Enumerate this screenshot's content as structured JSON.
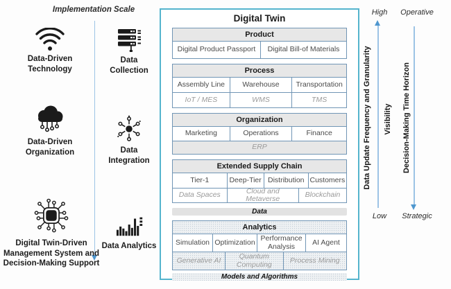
{
  "left_panel": {
    "title": "Implementation Scale",
    "items": [
      {
        "icon": "wifi-icon",
        "label": "Data-Driven Technology"
      },
      {
        "icon": "server-stack-icon",
        "label": "Data Collection"
      },
      {
        "icon": "cloud-network-icon",
        "label": "Data-Driven Organization"
      },
      {
        "icon": "hub-network-icon",
        "label": "Data Integration"
      },
      {
        "icon": "chip-icon",
        "label": "Digital Twin-Driven Management System and Decision-Making Support"
      },
      {
        "icon": "bar-chart-icon",
        "label": "Data Analytics"
      }
    ]
  },
  "digital_twin": {
    "title": "Digital Twin",
    "sections": [
      {
        "header": "Product",
        "rows": [
          {
            "cells": [
              "Digital Product Passport",
              "Digital Bill-of Materials"
            ]
          }
        ]
      },
      {
        "header": "Process",
        "rows": [
          {
            "cells": [
              "Assembly Line",
              "Warehouse",
              "Transportation"
            ]
          },
          {
            "cells": [
              "IoT / MES",
              "WMS",
              "TMS"
            ]
          }
        ]
      },
      {
        "header": "Organization",
        "rows": [
          {
            "cells": [
              "Marketing",
              "Operations",
              "Finance"
            ]
          },
          {
            "cells": [
              "ERP"
            ]
          }
        ]
      },
      {
        "header": "Extended Supply Chain",
        "rows": [
          {
            "cells": [
              "Tier-1",
              "Deep-Tier",
              "Distribution",
              "Customers"
            ]
          },
          {
            "cells": [
              "Data Spaces",
              "Cloud and Metaverse",
              "Blockchain"
            ]
          }
        ]
      },
      {
        "header": "Analytics",
        "rows": [
          {
            "cells": [
              "Simulation",
              "Optimization",
              "Performance Analysis",
              "AI Agent"
            ]
          },
          {
            "cells": [
              "Generative AI",
              "Quantum Computing",
              "Process Mining"
            ]
          }
        ]
      }
    ],
    "data_band_label": "Data",
    "models_band_label": "Models and Algorithms"
  },
  "right_panel": {
    "axis_frequency": {
      "top_label": "High",
      "bottom_label": "Low",
      "label": "Data Update Frequency and Granularity"
    },
    "visibility_label": "Visibility",
    "axis_horizon": {
      "top_label": "Operative",
      "bottom_label": "Strategic",
      "label": "Decision-Making Time Horizon"
    }
  },
  "colors": {
    "outer_border": "#54b4cd",
    "inner_border": "#7095b5",
    "header_fill": "#e7e7e7",
    "band_fill": "#e2e2e2",
    "arrow_head": "#4f97cf",
    "arrow_line": "#9cc3e5"
  }
}
